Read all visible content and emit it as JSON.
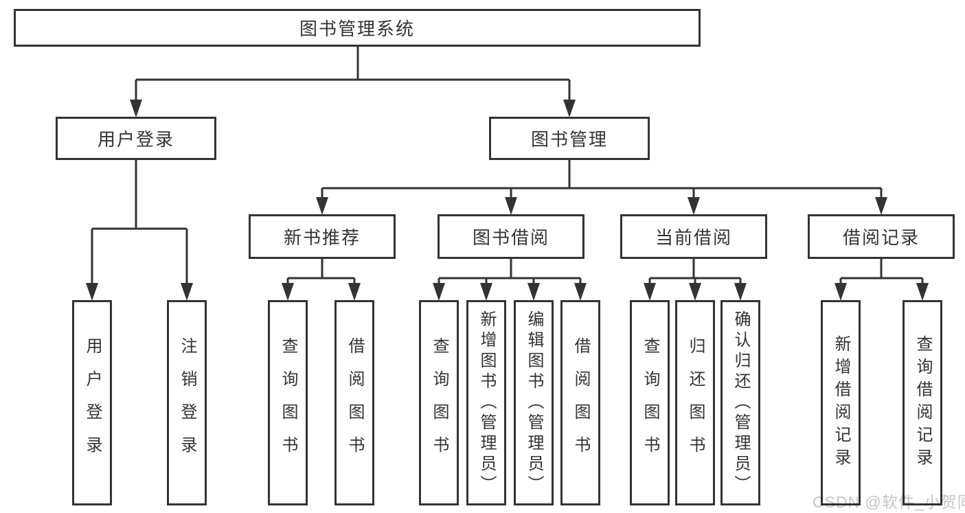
{
  "diagram": {
    "title": "图书管理系统",
    "branches": [
      {
        "label": "用户登录",
        "children": [
          {
            "label": "用户登录"
          },
          {
            "label": "注销登录"
          }
        ]
      },
      {
        "label": "图书管理",
        "children": [
          {
            "label": "新书推荐",
            "children": [
              {
                "label": "查询图书"
              },
              {
                "label": "借阅图书"
              }
            ]
          },
          {
            "label": "图书借阅",
            "children": [
              {
                "label": "查询图书"
              },
              {
                "label": "新增图书（管理员）"
              },
              {
                "label": "编辑图书（管理员）"
              },
              {
                "label": "借阅图书"
              }
            ]
          },
          {
            "label": "当前借阅",
            "children": [
              {
                "label": "查询图书"
              },
              {
                "label": "归还图书"
              },
              {
                "label": "确认归还（管理员）"
              }
            ]
          },
          {
            "label": "借阅记录",
            "children": [
              {
                "label": "新增借阅记录"
              },
              {
                "label": "查询借阅记录"
              }
            ]
          }
        ]
      }
    ]
  },
  "watermark": "CSDN @软件_小贺同学",
  "colors": {
    "line": "#333333",
    "box_border": "#333333",
    "box_fill": "#ffffff",
    "text": "#333333",
    "watermark": "#c5c5c5",
    "background": "#ffffff"
  }
}
